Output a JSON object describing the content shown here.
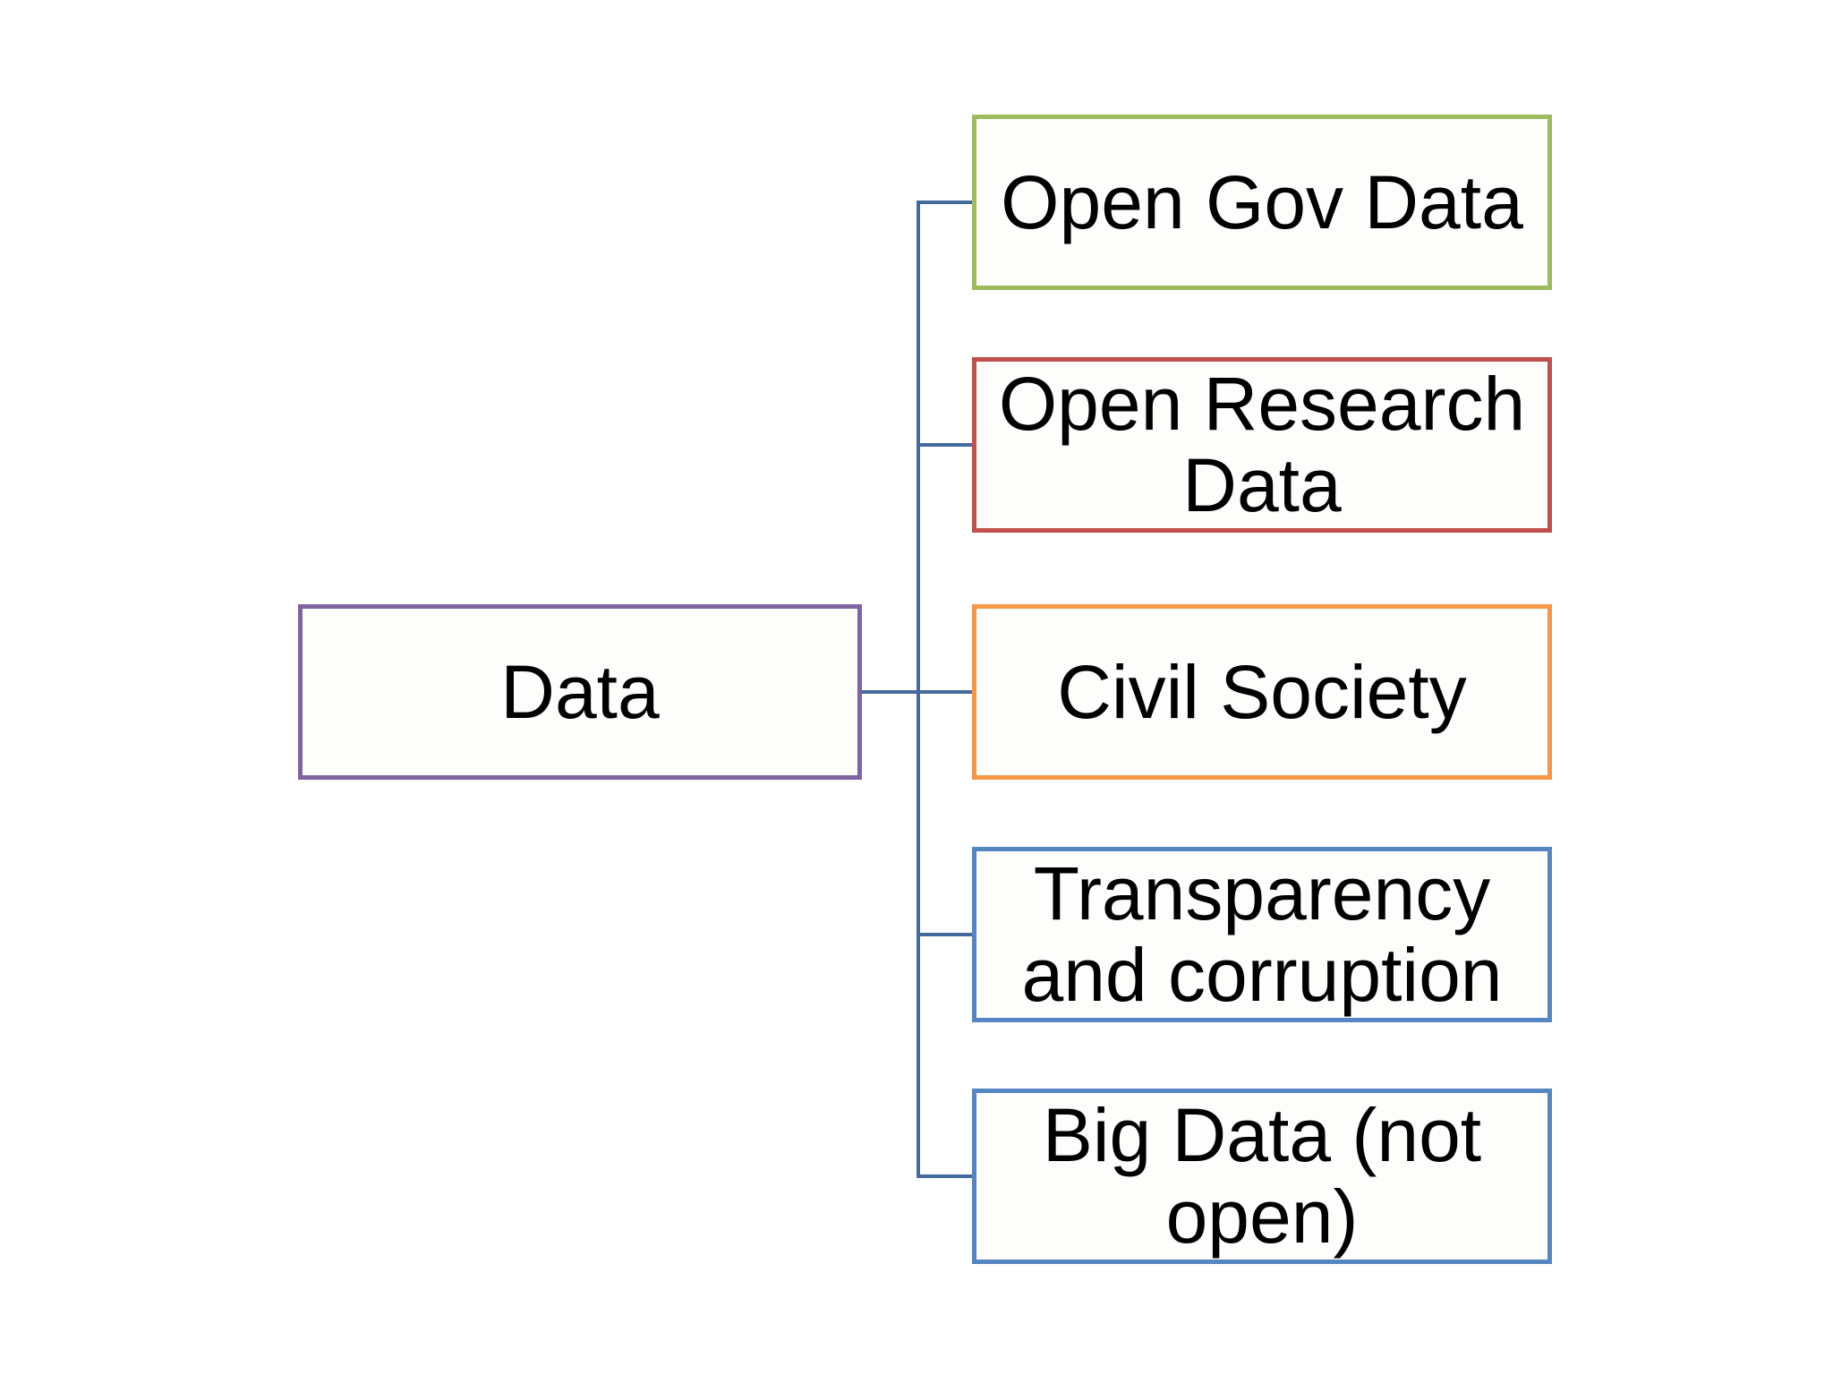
{
  "diagram": {
    "type": "hierarchy",
    "root": {
      "label": "Data",
      "border_color": "#8064A2"
    },
    "children": [
      {
        "label": "Open Gov Data",
        "border_color": "#9EBB5E"
      },
      {
        "label": "Open Research Data",
        "border_color": "#C0504D"
      },
      {
        "label": "Civil Society",
        "border_color": "#F79646"
      },
      {
        "label": "Transparency and corruption",
        "border_color": "#5586C2"
      },
      {
        "label": "Big Data (not open)",
        "border_color": "#5586C2"
      }
    ],
    "relations": [
      {
        "from": "Data",
        "to": "Open Gov Data"
      },
      {
        "from": "Data",
        "to": "Open Research Data"
      },
      {
        "from": "Data",
        "to": "Civil Society"
      },
      {
        "from": "Data",
        "to": "Transparency and corruption"
      },
      {
        "from": "Data",
        "to": "Big Data (not open)"
      }
    ],
    "connector_color": "#44699D",
    "text_color": "#000000",
    "background_color": "#FFFFFF",
    "node_fill_color": "#FDFDFC"
  }
}
